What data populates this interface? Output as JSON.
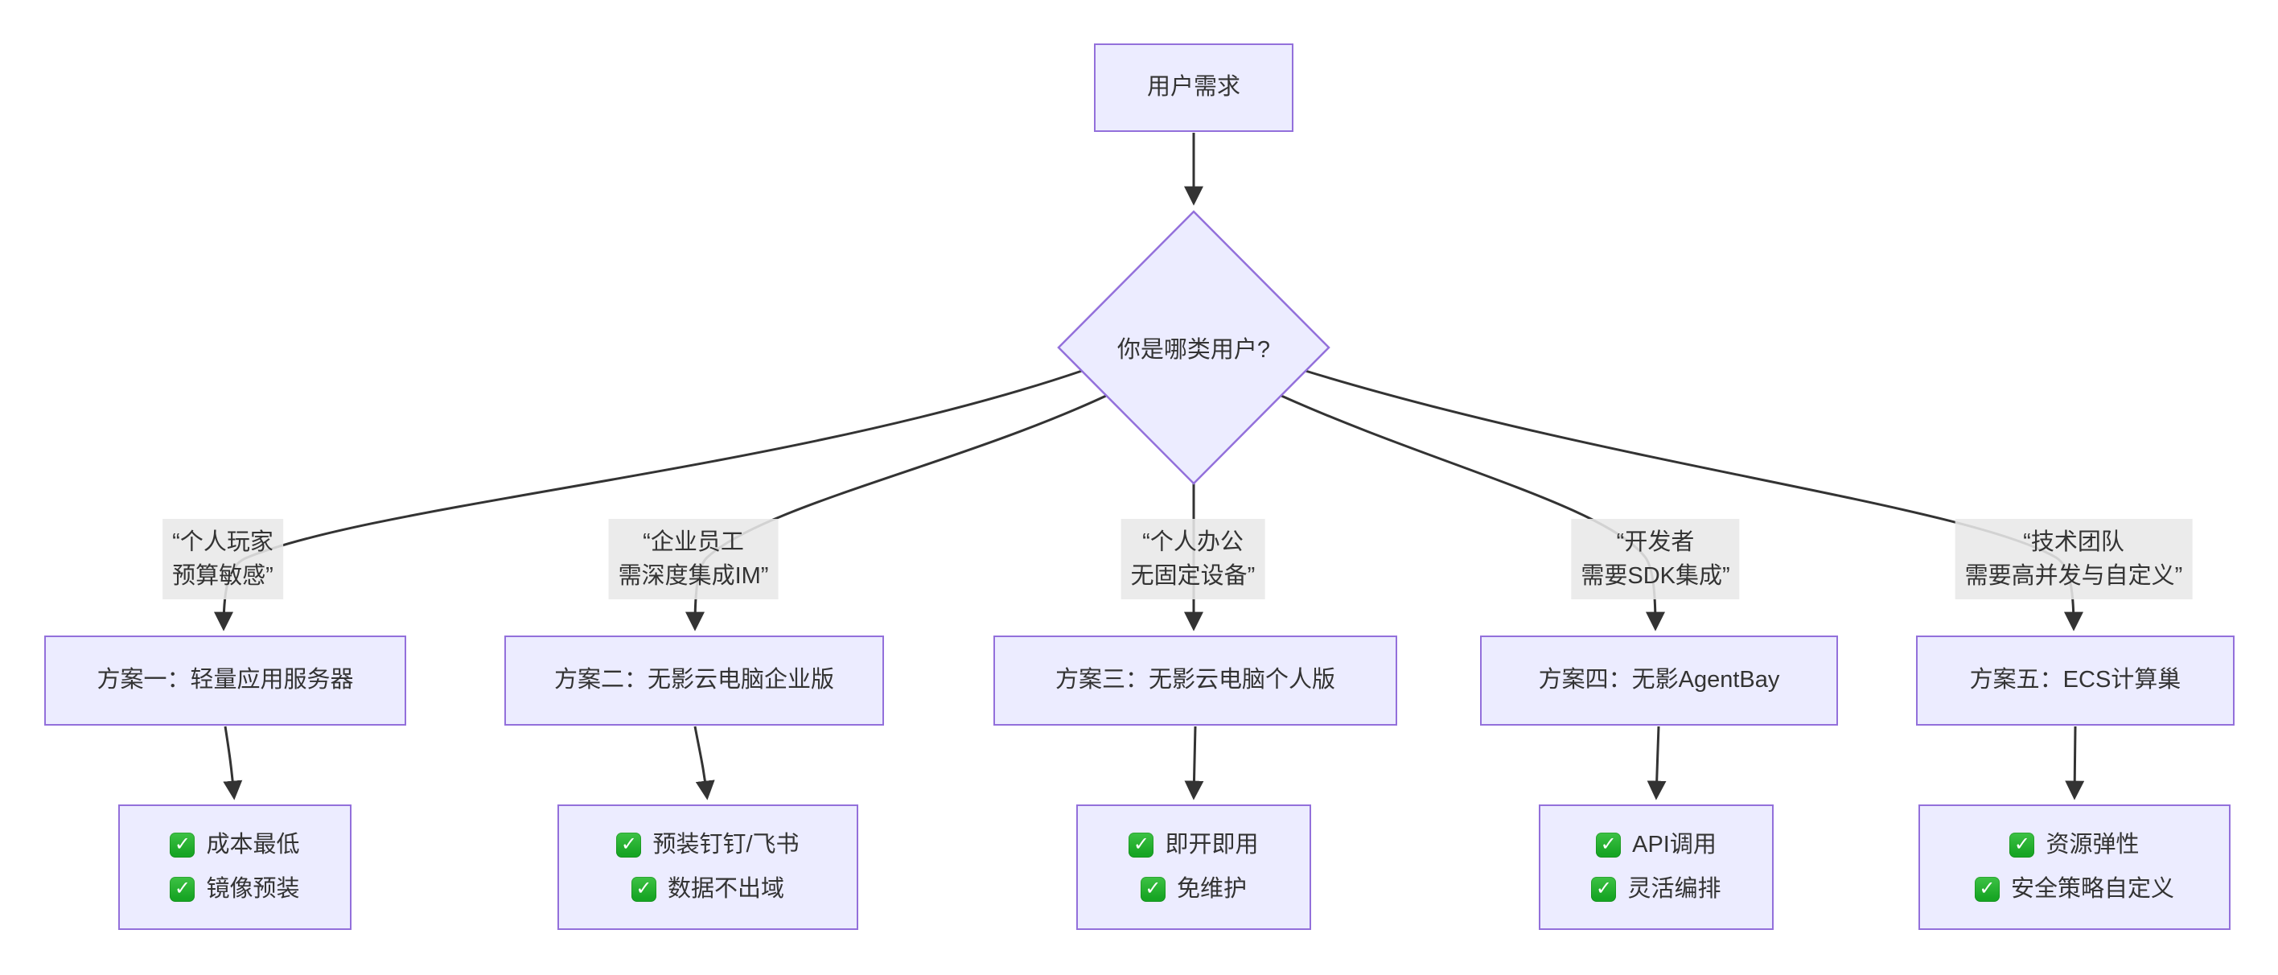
{
  "colors": {
    "node_fill": "#ECECFF",
    "node_border": "#9370DB",
    "edge_stroke": "#333333",
    "edge_label_bg": "#e8e8e8",
    "text": "#333333",
    "check_green": "#1fa32a"
  },
  "icons": {
    "check_glyph": "✓"
  },
  "flowchart": {
    "root": "用户需求",
    "decision": "你是哪类用户?",
    "branches": [
      {
        "condition_line1": "“个人玩家",
        "condition_line2": "预算敏感”",
        "solution": "方案一：轻量应用服务器",
        "benefits": [
          "成本最低",
          "镜像预装"
        ]
      },
      {
        "condition_line1": "“企业员工",
        "condition_line2": "需深度集成IM”",
        "solution": "方案二：无影云电脑企业版",
        "benefits": [
          "预装钉钉/飞书",
          "数据不出域"
        ]
      },
      {
        "condition_line1": "“个人办公",
        "condition_line2": "无固定设备”",
        "solution": "方案三：无影云电脑个人版",
        "benefits": [
          "即开即用",
          "免维护"
        ]
      },
      {
        "condition_line1": "“开发者",
        "condition_line2": "需要SDK集成”",
        "solution": "方案四：无影AgentBay",
        "benefits": [
          "API调用",
          "灵活编排"
        ]
      },
      {
        "condition_line1": "“技术团队",
        "condition_line2": "需要高并发与自定义”",
        "solution": "方案五：ECS计算巢",
        "benefits": [
          "资源弹性",
          "安全策略自定义"
        ]
      }
    ]
  }
}
